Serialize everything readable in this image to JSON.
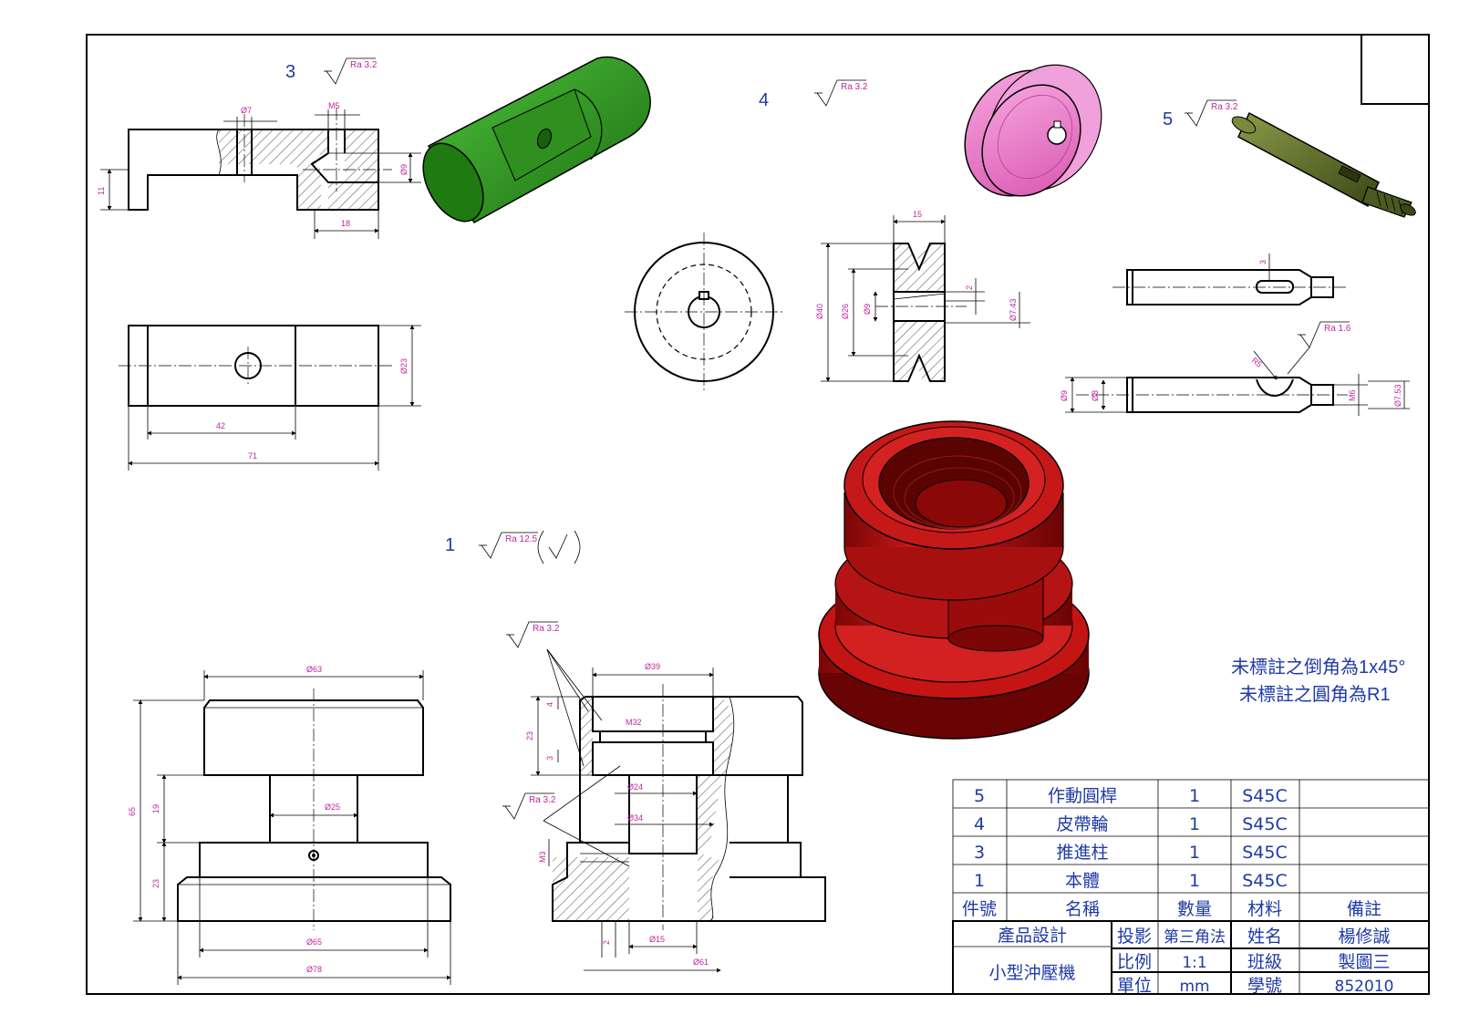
{
  "part_numbers": {
    "p1": "1",
    "p3": "3",
    "p4": "4",
    "p5": "5"
  },
  "roughness": {
    "ra12_5": "Ra 12.5",
    "ra3_2": "Ra 3.2",
    "ra1_6": "Ra 1.6"
  },
  "dims_part3": {
    "d7": "Ø7",
    "m5": "M5",
    "d9": "Ø9",
    "h11": "11",
    "w18": "18",
    "d23": "Ø23",
    "w42": "42",
    "w71": "71"
  },
  "dims_part4": {
    "w15": "15",
    "d40": "Ø40",
    "d26": "Ø26",
    "d9": "Ø9",
    "k2": "2",
    "d7_43": "Ø7.43"
  },
  "dims_part5": {
    "k3": "3",
    "r5": "R5",
    "d9": "Ø9",
    "d8": "Ø8",
    "m6": "M6",
    "d7_53": "Ø7.53"
  },
  "dims_part1": {
    "d63": "Ø63",
    "h65": "65",
    "h19": "19",
    "h23": "23",
    "d25": "Ø25",
    "d65": "Ø65",
    "d78": "Ø78",
    "d39": "Ø39",
    "m32": "M32",
    "h23s": "23",
    "k4": "4",
    "k3": "3",
    "d24": "Ø24",
    "d34": "Ø34",
    "m3": "M3",
    "k2": "2",
    "d15": "Ø15",
    "d61": "Ø61"
  },
  "notes": {
    "chamfer": "未標註之倒角為1x45°",
    "fillet": "未標註之圓角為R1"
  },
  "bom": {
    "rows": [
      {
        "no": "5",
        "name": "作動圓桿",
        "qty": "1",
        "material": "S45C",
        "remark": ""
      },
      {
        "no": "4",
        "name": "皮帶輪",
        "qty": "1",
        "material": "S45C",
        "remark": ""
      },
      {
        "no": "3",
        "name": "推進柱",
        "qty": "1",
        "material": "S45C",
        "remark": ""
      },
      {
        "no": "1",
        "name": "本體",
        "qty": "1",
        "material": "S45C",
        "remark": ""
      }
    ],
    "headers": {
      "no": "件號",
      "name": "名稱",
      "qty": "數量",
      "material": "材料",
      "remark": "備註"
    }
  },
  "title_block": {
    "design": "產品設計",
    "product": "小型沖壓機",
    "proj_label": "投影",
    "proj_value": "第三角法",
    "scale_label": "比例",
    "scale_value": "1:1",
    "unit_label": "單位",
    "unit_value": "mm",
    "name_label": "姓名",
    "name_value": "楊修誠",
    "class_label": "班級",
    "class_value": "製圖三",
    "id_label": "學號",
    "id_value": "852010"
  },
  "colors": {
    "part3": "#2e9a1e",
    "part4": "#e879c8",
    "part5": "#5c6b2a",
    "part1": "#b01010",
    "accent": "#1f3aa6",
    "dim": "#c026a0"
  }
}
